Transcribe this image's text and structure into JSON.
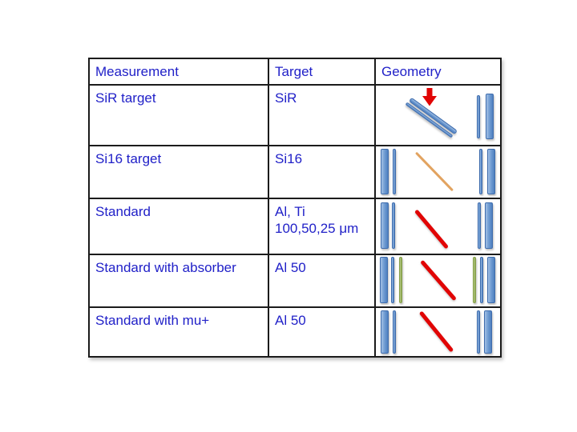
{
  "table": {
    "headers": [
      "Measurement",
      "Target",
      "Geometry"
    ],
    "rows": [
      {
        "measurement": "SiR target",
        "target": "SiR",
        "geometry": "tilted-double-bar-target with red beam arrow and two vertical detector bars at right"
      },
      {
        "measurement": "Si16 target",
        "target": "Si16",
        "geometry": "detector bar pair left, orange beam line, detector bar pair right"
      },
      {
        "measurement": "Standard",
        "target": "Al, Ti\n100,50,25 μm",
        "geometry": "detector bar pair left, red beam line, detector bar pair right"
      },
      {
        "measurement": "Standard with absorber",
        "target": "Al 50",
        "geometry": "detector bars plus green absorber left, red beam line, green absorber plus detector bars right"
      },
      {
        "measurement": "Standard with mu+",
        "target": "Al 50",
        "geometry": "detector bar pair left, red beam line, detector bar pair right"
      }
    ]
  },
  "colors": {
    "text_blue": "#2121c8",
    "table_border": "#1b1b1b",
    "bar_blue_light": "#a2c0e5",
    "bar_blue_dark": "#4f80c0",
    "bar_blue_outline": "#3e6cad",
    "bar_green": "#9ab45f",
    "beam_red": "#e10505",
    "beam_orange": "#e2a360",
    "arrow_red": "#e10505"
  }
}
